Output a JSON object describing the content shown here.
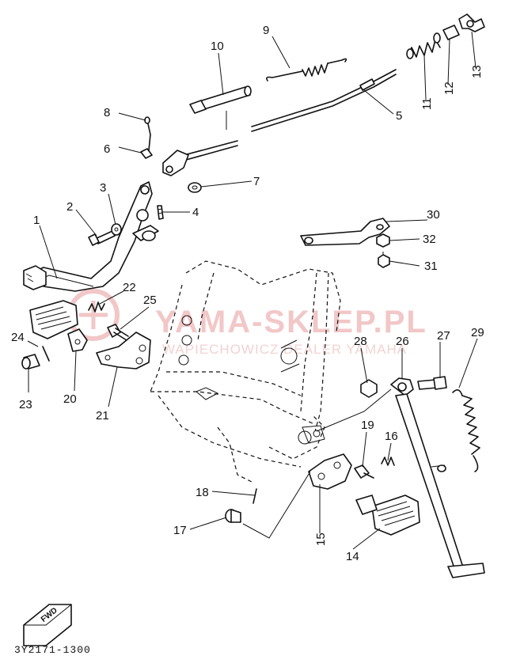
{
  "diagram": {
    "code": "3Y2171-1300",
    "fwd_label": "FWD",
    "watermark": {
      "name": "YAMA-SKLEP.PL",
      "sub": "WAPIECHOWICZ DEALER YAMAHA"
    },
    "callouts": {
      "c1": "1",
      "c2": "2",
      "c3": "3",
      "c4": "4",
      "c5": "5",
      "c6": "6",
      "c7": "7",
      "c8": "8",
      "c9": "9",
      "c10": "10",
      "c11": "11",
      "c12": "12",
      "c13": "13",
      "c14": "14",
      "c15": "15",
      "c16": "16",
      "c17": "17",
      "c18": "18",
      "c19": "19",
      "c20": "20",
      "c21": "21",
      "c22": "22",
      "c23": "23",
      "c24": "24",
      "c25": "25",
      "c26": "26",
      "c27": "27",
      "c28": "28",
      "c29": "29",
      "c30": "30",
      "c31": "31",
      "c32": "32"
    }
  }
}
